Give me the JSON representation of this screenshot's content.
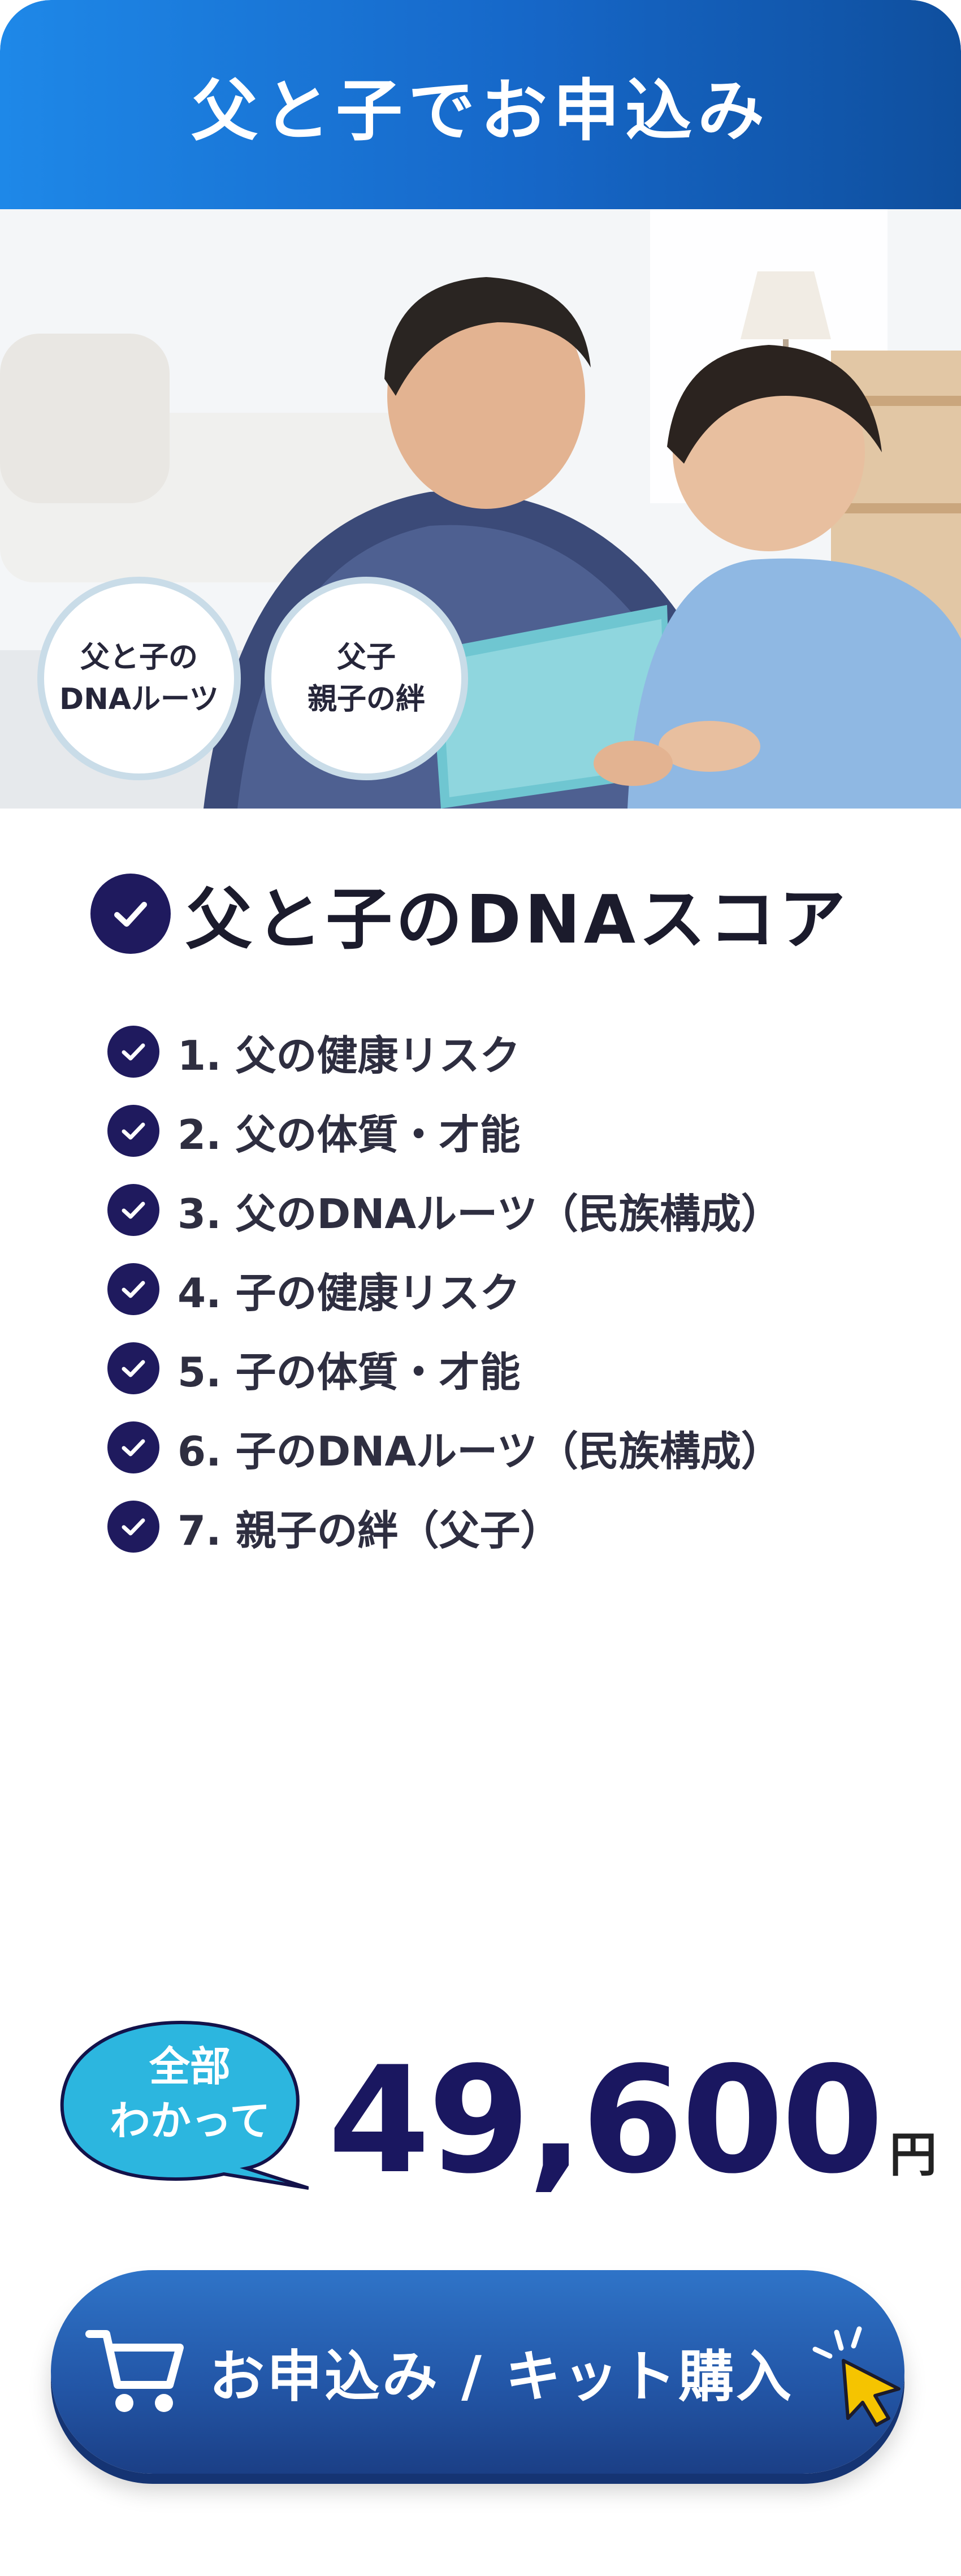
{
  "header": {
    "title": "父と子でお申込み"
  },
  "badges": [
    {
      "line1": "父と子の",
      "line2": "DNAルーツ"
    },
    {
      "line1": "父子",
      "line2": "親子の絆"
    }
  ],
  "score": {
    "title": "父と子のDNAスコア",
    "items": [
      "1. 父の健康リスク",
      "2. 父の体質・才能",
      "3. 父のDNAルーツ（民族構成）",
      "4. 子の健康リスク",
      "5. 子の体質・才能",
      "6. 子のDNAルーツ（民族構成）",
      "7. 親子の絆（父子）"
    ]
  },
  "price": {
    "bubble_line1": "全部",
    "bubble_line2": "わかって",
    "value": "49,600",
    "unit": "円"
  },
  "cta": {
    "label": "お申込み / キット購入"
  },
  "icons": {
    "check": "check-circle-icon",
    "cart": "shopping-cart-icon",
    "pointer": "click-pointer-icon"
  },
  "colors": {
    "header_start": "#1e88e8",
    "header_end": "#0f4f9e",
    "navy": "#1f1a5e",
    "bubble": "#2cb6df",
    "cta": "#2357a8",
    "pointer": "#f5c400"
  }
}
